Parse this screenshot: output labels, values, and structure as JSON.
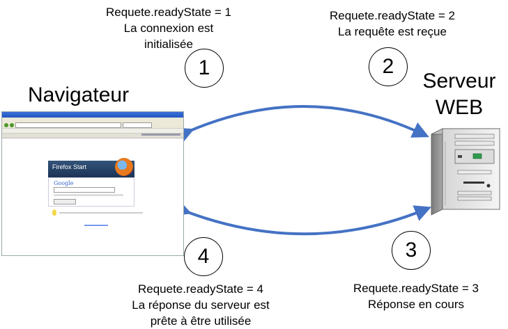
{
  "steps": [
    {
      "number": "1",
      "line1": "Requete.readyState = 1",
      "line2": "La connexion est",
      "line3": "initialisée"
    },
    {
      "number": "2",
      "line1": "Requete.readyState = 2",
      "line2": "La requête est reçue",
      "line3": ""
    },
    {
      "number": "3",
      "line1": "Requete.readyState = 3",
      "line2": "Réponse en cours",
      "line3": ""
    },
    {
      "number": "4",
      "line1": "Requete.readyState = 4",
      "line2": "La réponse du serveur est",
      "line3": "prête à être utilisée"
    }
  ],
  "client": {
    "label": "Navigateur"
  },
  "server": {
    "label_line1": "Serveur",
    "label_line2": "WEB"
  },
  "browser_screenshot": {
    "start_page_title": "Firefox Start",
    "search_logo": "Google"
  },
  "colors": {
    "arrow": "#4472c4",
    "text": "#000000"
  }
}
